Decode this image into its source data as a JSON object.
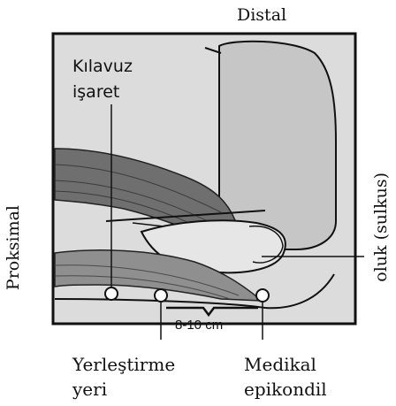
{
  "labels": {
    "distal": "Distal",
    "proximal": "Proksimal",
    "sulcus": "oluk (sulkus)",
    "guide_mark_line1": "Kılavuz",
    "guide_mark_line2": "işaret",
    "insertion_line1": "Yerleştirme",
    "insertion_line2": "yeri",
    "medial_line1": "Medikal",
    "medial_line2": "epikondil",
    "distance": "8-10 cm"
  },
  "colors": {
    "frame_bg": "#dcdcdc",
    "bone": "#c8c8c8",
    "muscle_dark": "#7a7a7a",
    "muscle_light": "#a8a8a8",
    "outline": "#111111"
  }
}
